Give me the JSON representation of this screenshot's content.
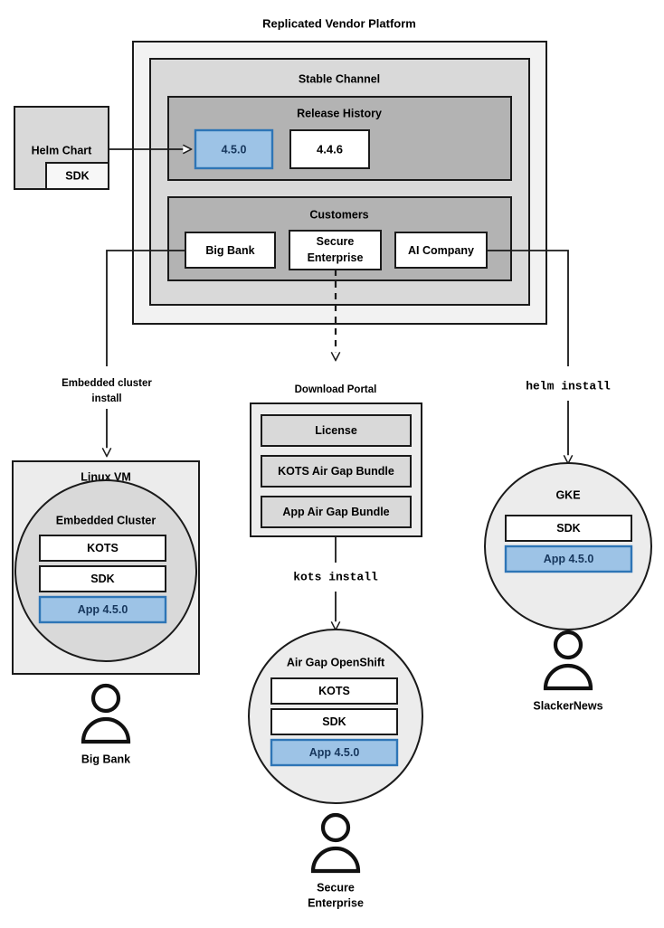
{
  "diagram": {
    "title": "Replicated Vendor Platform",
    "type": "architecture-flow",
    "colors": {
      "page_bg": "#ffffff",
      "platform_bg": "#f2f2f2",
      "channel_bg": "#d9d9d9",
      "section_bg": "#b3b3b3",
      "release_new_fill": "#9dc3e6",
      "release_new_stroke": "#2e75b6",
      "release_new_text": "#16365c",
      "white_box": "#ffffff",
      "stroke": "#1a1a1a",
      "helm_chart_fill": "#d9d9d9",
      "vm_fill": "#ececec",
      "cluster_fill": "#d9d9d9",
      "bundle_fill": "#d9d9d9"
    },
    "platform": {
      "label": "Replicated Vendor Platform",
      "channel": {
        "label": "Stable Channel",
        "release_history": {
          "label": "Release History",
          "releases": [
            {
              "version": "4.5.0",
              "highlighted": true
            },
            {
              "version": "4.4.6",
              "highlighted": false
            }
          ]
        },
        "customers": {
          "label": "Customers",
          "items": [
            {
              "name": "Big Bank"
            },
            {
              "name": "Secure\nEnterprise",
              "line1": "Secure",
              "line2": "Enterprise"
            },
            {
              "name": "AI Company"
            }
          ]
        }
      }
    },
    "source": {
      "label": "Helm Chart",
      "nested_label": "SDK"
    },
    "connector_labels": [
      {
        "id": "embedded-cluster-install",
        "line1": "Embedded cluster",
        "line2": "install",
        "mono": false
      },
      {
        "id": "download-portal",
        "line1": "Download Portal",
        "line2": "",
        "mono": false
      },
      {
        "id": "helm-install",
        "line1": "helm install",
        "line2": "",
        "mono": true
      },
      {
        "id": "kots-install",
        "line1": "kots install",
        "line2": "",
        "mono": true
      }
    ],
    "targets": [
      {
        "id": "linux-vm",
        "shape": "rect",
        "label": "Linux VM",
        "inner": {
          "label": "Embedded Cluster",
          "shape": "circle",
          "components": [
            {
              "label": "KOTS",
              "highlighted": false
            },
            {
              "label": "SDK",
              "highlighted": false
            },
            {
              "label": "App 4.5.0",
              "highlighted": true
            }
          ]
        },
        "actor": "Big Bank"
      },
      {
        "id": "air-gap-openshift",
        "shape": "circle",
        "label": "Air Gap OpenShift",
        "components": [
          {
            "label": "KOTS",
            "highlighted": false
          },
          {
            "label": "SDK",
            "highlighted": false
          },
          {
            "label": "App 4.5.0",
            "highlighted": true
          }
        ],
        "actor_line1": "Secure",
        "actor_line2": "Enterprise"
      },
      {
        "id": "gke",
        "shape": "circle",
        "label": "GKE",
        "components": [
          {
            "label": "SDK",
            "highlighted": false
          },
          {
            "label": "App 4.5.0",
            "highlighted": true
          }
        ],
        "actor": "SlackerNews"
      }
    ],
    "download_portal": {
      "label": "Download Portal",
      "artifacts": [
        {
          "label": "License"
        },
        {
          "label": "KOTS Air Gap Bundle"
        },
        {
          "label": "App Air Gap Bundle"
        }
      ]
    }
  }
}
